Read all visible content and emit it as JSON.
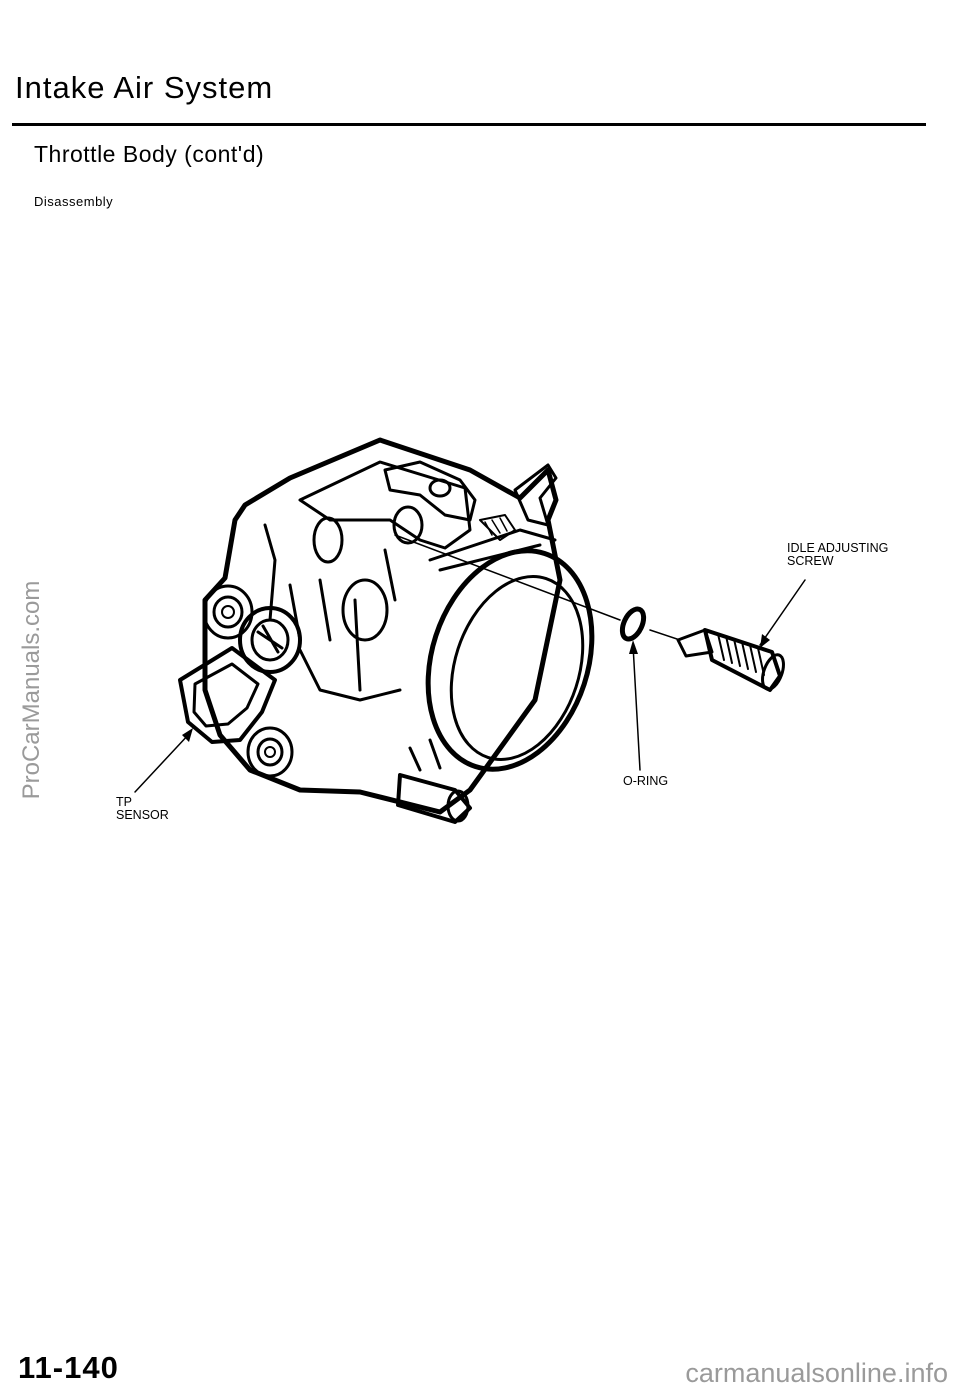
{
  "header": {
    "section_title": "Intake Air System",
    "subsection_title": "Throttle Body (cont'd)",
    "sub_heading": "Disassembly"
  },
  "diagram": {
    "labels": {
      "idle_screw": "IDLE ADJUSTING\nSCREW",
      "o_ring": "O-RING",
      "tp_sensor": "TP\nSENSOR"
    }
  },
  "footer": {
    "page_number": "11-140",
    "watermark_bottom": "carmanualsonline.info"
  },
  "watermark_side": "ProCarManuals.com"
}
